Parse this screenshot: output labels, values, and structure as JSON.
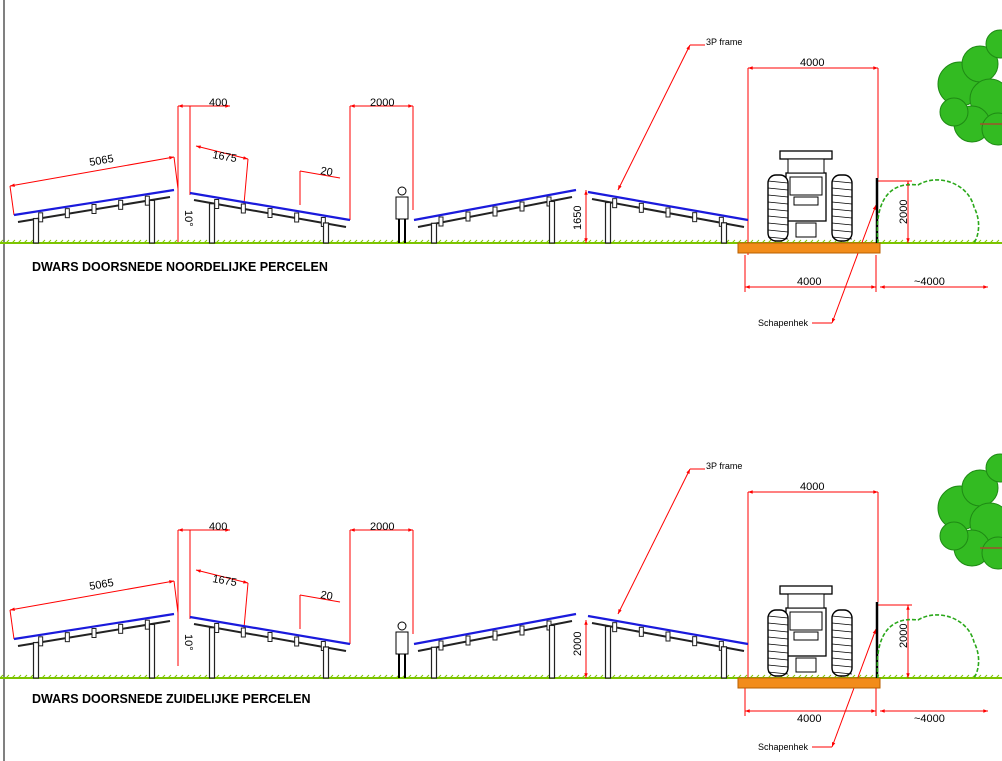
{
  "colors": {
    "dimension": "#ff0000",
    "panel": "#1a1adc",
    "ground": "#7cc400",
    "frame": "#222222",
    "track": "#f28c1a",
    "tree": "#33bb22"
  },
  "sections": [
    {
      "title": "DWARS DOORSNEDE NOORDELIJKE PERCELEN",
      "frame_note": "3P frame",
      "fence_note": "Schapenhek",
      "dims": {
        "panel_length": "5065",
        "gap_top": "400",
        "inner_length": "1675",
        "slope_mark": "20",
        "angle": "10°",
        "aisle": "2000",
        "height": "1650",
        "track_top": "4000",
        "track_bottom": "4000",
        "fence_height": "2000",
        "hedge": "~4000"
      }
    },
    {
      "title": "DWARS DOORSNEDE ZUIDELIJKE PERCELEN",
      "frame_note": "3P frame",
      "fence_note": "Schapenhek",
      "dims": {
        "panel_length": "5065",
        "gap_top": "400",
        "inner_length": "1675",
        "slope_mark": "20",
        "angle": "10°",
        "aisle": "2000",
        "height": "2000",
        "track_top": "4000",
        "track_bottom": "4000",
        "fence_height": "2000",
        "hedge": "~4000"
      }
    }
  ]
}
